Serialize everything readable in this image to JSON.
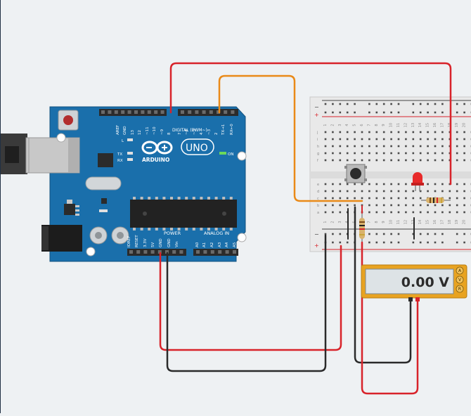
{
  "arduino": {
    "brand": "ARDUINO",
    "model": "UNO",
    "on_label": "ON",
    "digital_header": "DIGITAL (PWM~)",
    "power_header": "POWER",
    "analog_header": "ANALOG IN",
    "led_l": "L",
    "tx": "TX",
    "rx": "RX",
    "top_pins": [
      "AREF",
      "GND",
      "13",
      "12",
      "~11",
      "~10",
      "~9",
      "8",
      "7",
      "~6",
      "~5",
      "4",
      "~3",
      "2",
      "TX→1",
      "RX←0"
    ],
    "power_pins": [
      "IOREF",
      "RESET",
      "3.3V",
      "5V",
      "GND",
      "GND",
      "Vin"
    ],
    "analog_pins": [
      "A0",
      "A1",
      "A2",
      "A3",
      "A4",
      "A5"
    ]
  },
  "breadboard": {
    "plus_label": "+",
    "minus_label": "−",
    "row_letters_top": [
      "j",
      "i",
      "h",
      "g",
      "f"
    ],
    "row_letters_bottom": [
      "e",
      "d",
      "c",
      "b",
      "a"
    ],
    "column_numbers": [
      "1",
      "2",
      "3",
      "4",
      "5",
      "6",
      "7",
      "8",
      "9",
      "10",
      "11",
      "12",
      "13",
      "14",
      "15",
      "16",
      "17",
      "18",
      "19",
      "20"
    ]
  },
  "multimeter": {
    "reading": "0.00 V",
    "modes": [
      "A",
      "V",
      "R"
    ]
  },
  "colors": {
    "board_blue": "#1a6fab",
    "wire_red": "#d8232a",
    "wire_orange": "#e98a18",
    "wire_black": "#2a2a2a",
    "multimeter_frame": "#e8a321",
    "led_red": "#e82a2a"
  }
}
